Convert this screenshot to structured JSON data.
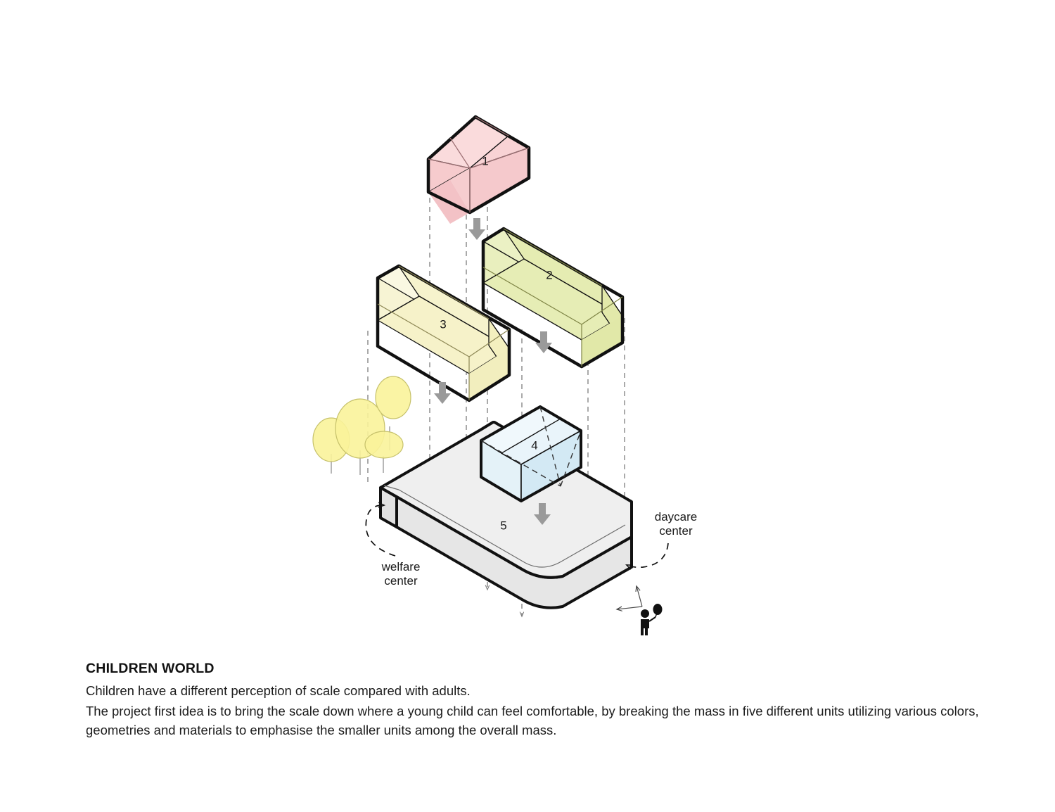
{
  "caption": {
    "title": "CHILDREN WORLD",
    "line1": "Children have a different perception of scale compared with adults.",
    "paragraph": "The project first idea is to bring the scale down where a young child can feel comfortable, by breaking the mass in five different units utilizing various colors, geometries and materials to emphasise the smaller units among the overall mass."
  },
  "diagram": {
    "type": "exploded-axonometric",
    "volumes": [
      {
        "id": "1",
        "label": "1",
        "name": "volume-1-pink-gable-bar",
        "fill_top": "#f9d9da",
        "fill_side": "#f4c6c8",
        "fill_end": "#f2bec1",
        "stroke": "#111111"
      },
      {
        "id": "2",
        "label": "2",
        "name": "volume-2-green-gable-bar",
        "fill_top": "#e8eeba",
        "fill_side": "#dde5a6",
        "fill_end": "#e4ebb2",
        "stroke": "#111111"
      },
      {
        "id": "3",
        "label": "3",
        "name": "volume-3-cream-gable-bar",
        "fill_top": "#f8f6da",
        "fill_side": "#f4f1c8",
        "fill_end": "#f6f3d0",
        "stroke": "#111111"
      },
      {
        "id": "4",
        "label": "4",
        "name": "volume-4-blue-gable-bar",
        "fill_top": "#ddeff7",
        "fill_side": "#cfe7f2",
        "fill_end": "#e4f2f8",
        "stroke": "#111111"
      },
      {
        "id": "5",
        "label": "5",
        "name": "volume-5-base-platform",
        "fill_top": "#efefef",
        "fill_side": "#e2e2e2",
        "fill_end": "#e8e8e8",
        "stroke": "#111111"
      }
    ],
    "annotations": [
      {
        "name": "welfare-center-callout",
        "line1": "welfare",
        "line2": "center"
      },
      {
        "name": "daycare-center-callout",
        "line1": "daycare",
        "line2": "center"
      }
    ],
    "figure": {
      "name": "child-with-balloon-figure",
      "color": "#111111"
    },
    "trees": {
      "name": "tree-cluster",
      "fill": "#f9f39a",
      "stroke": "#c9c46e",
      "trunk": "#b5b5b5",
      "count": 4
    },
    "drop_arrows": {
      "name": "assembly-drop-arrow",
      "color": "#9a9a9a",
      "count": 4
    },
    "guide_lines": {
      "name": "vertical-guide-line",
      "color": "#8a8a8a",
      "style": "dashed",
      "count": 7
    }
  }
}
